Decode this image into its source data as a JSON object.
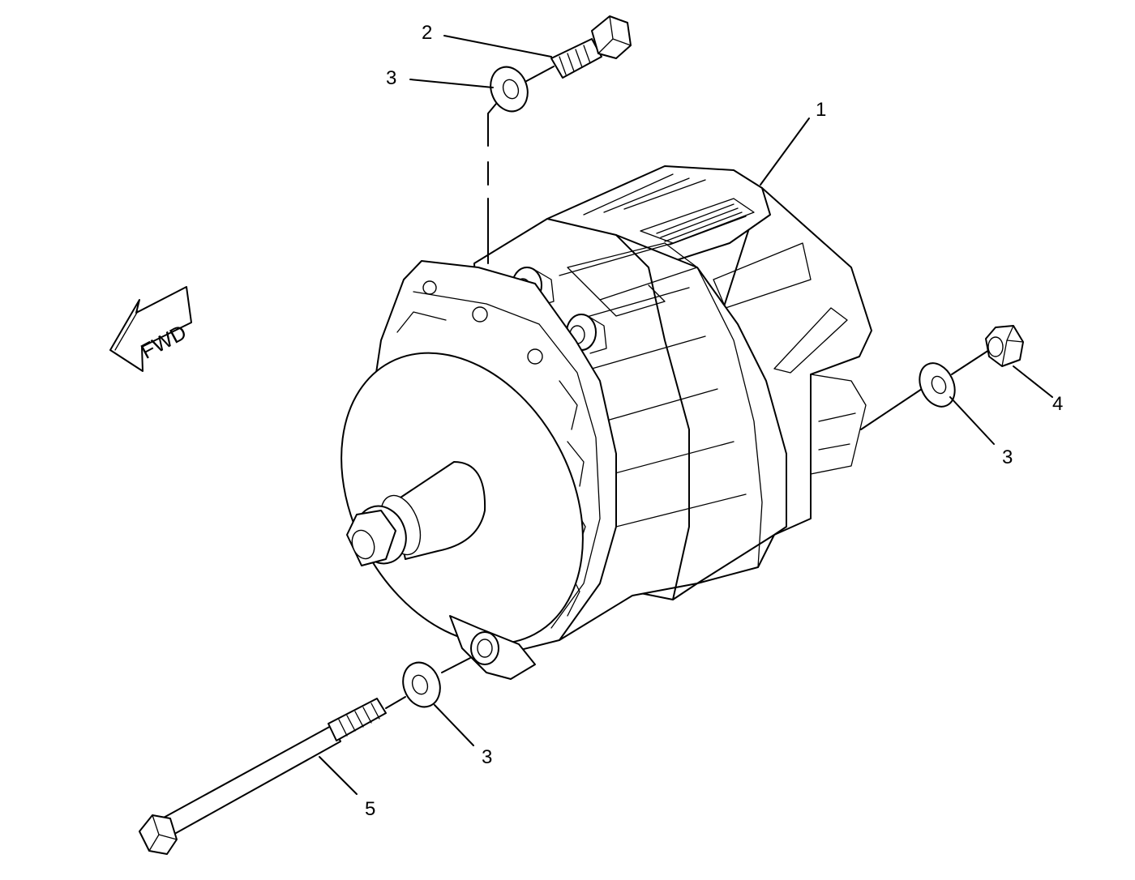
{
  "direction_arrow": {
    "label": "FWD"
  },
  "callouts": {
    "alternator": "1",
    "bolt_short": "2",
    "washer_top": "3",
    "nut": "4",
    "washer_right": "3",
    "washer_bottom": "3",
    "bolt_long": "5"
  }
}
